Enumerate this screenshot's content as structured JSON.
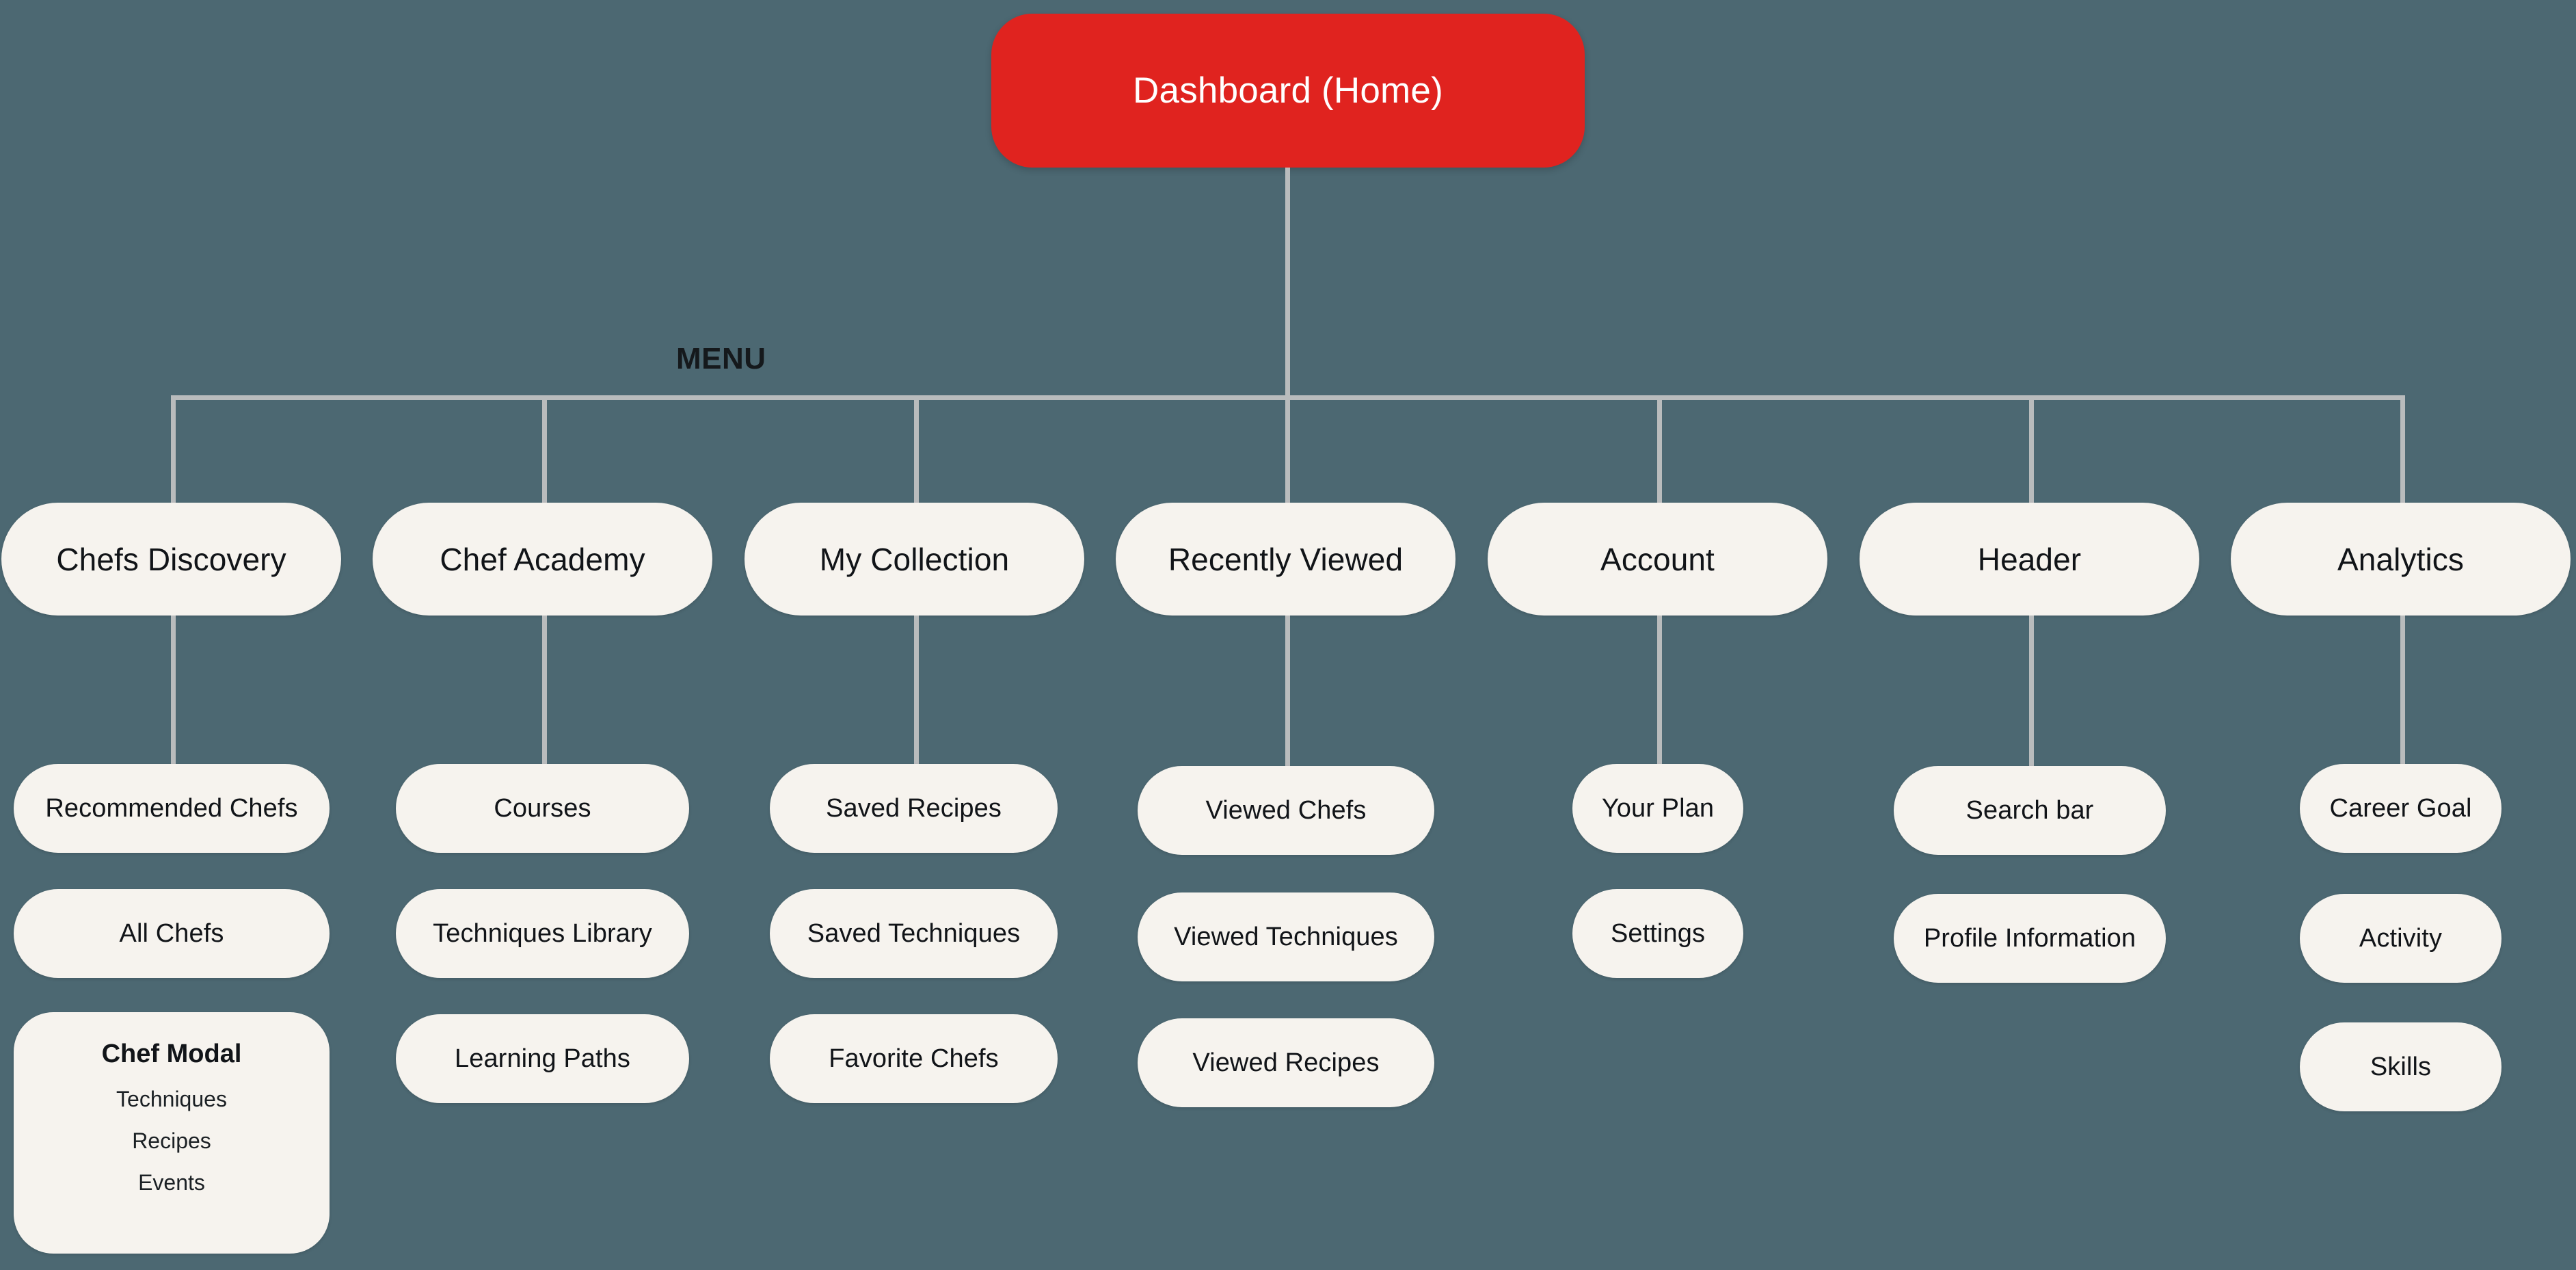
{
  "diagram": {
    "type": "sitemap-tree",
    "background_color": "#4c6872",
    "node_color": "#f6f3ee",
    "root_color": "#e0231f",
    "line_color": "#b9bcbd",
    "root": {
      "label": "Dashboard (Home)"
    },
    "menu_label": "MENU",
    "branches": [
      {
        "label": "Chefs Discovery",
        "children": [
          {
            "label": "Recommended Chefs"
          },
          {
            "label": "All Chefs"
          }
        ],
        "card": {
          "title": "Chef Modal",
          "items": [
            "Techniques",
            "Recipes",
            "Events"
          ]
        }
      },
      {
        "label": "Chef Academy",
        "children": [
          {
            "label": "Courses"
          },
          {
            "label": "Techniques Library"
          },
          {
            "label": "Learning Paths"
          }
        ]
      },
      {
        "label": "My Collection",
        "children": [
          {
            "label": "Saved Recipes"
          },
          {
            "label": "Saved Techniques"
          },
          {
            "label": "Favorite Chefs"
          }
        ]
      },
      {
        "label": "Recently Viewed",
        "children": [
          {
            "label": "Viewed Chefs"
          },
          {
            "label": "Viewed Techniques"
          },
          {
            "label": "Viewed Recipes"
          }
        ]
      },
      {
        "label": "Account",
        "children": [
          {
            "label": "Your Plan"
          },
          {
            "label": "Settings"
          }
        ]
      },
      {
        "label": "Header",
        "children": [
          {
            "label": "Search bar"
          },
          {
            "label": "Profile Information"
          }
        ]
      },
      {
        "label": "Analytics",
        "children": [
          {
            "label": "Career Goal"
          },
          {
            "label": "Activity"
          },
          {
            "label": "Skills"
          }
        ]
      }
    ]
  }
}
